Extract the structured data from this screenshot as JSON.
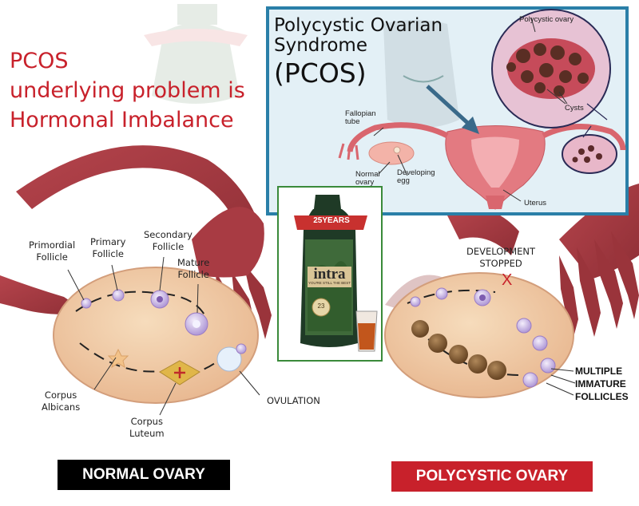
{
  "headline": {
    "line1": "PCOS",
    "line2": "underlying problem is",
    "line3": "Hormonal Imbalance"
  },
  "inset": {
    "title_line1": "Polycystic Ovarian",
    "title_line2": "Syndrome",
    "title_line3": "(PCOS)",
    "labels": {
      "polycystic_ovary": "Polycystic ovary",
      "cysts": "Cysts",
      "fallopian_tube": "Fallopian\ntube",
      "normal_ovary": "Normal\novary",
      "developing_egg": "Developing\negg",
      "uterus": "Uterus"
    }
  },
  "product": {
    "brand": "intra",
    "banner": "25YEARS",
    "tagline": "YOU'RE STILL THE BEST",
    "seal": "23",
    "colors": {
      "banner": "#c8312f",
      "bottle": "#1f3a26",
      "juice": "#c2561c",
      "frame": "#3a8a3a"
    }
  },
  "normal_ovary": {
    "labels": {
      "primordial": "Primordial\nFollicle",
      "primary": "Primary\nFollicle",
      "secondary": "Secondary\nFollicle",
      "mature": "Mature\nFollicle",
      "corpus_albicans": "Corpus\nAlbicans",
      "corpus_luteum": "Corpus\nLuteum",
      "ovulation": "OVULATION"
    },
    "badge": "NORMAL OVARY",
    "badge_color": "#000000"
  },
  "polycystic_ovary": {
    "labels": {
      "development_stopped": "DEVELOPMENT\nSTOPPED",
      "x_mark": "X",
      "multiple_immature": "MULTIPLE\nIMMATURE\nFOLLICLES"
    },
    "badge": "POLYCYSTIC OVARY",
    "badge_color": "#c8212b"
  },
  "colors": {
    "tissue": "#a33a42",
    "ovary_fill": "#f2d2ad",
    "follicle": "#cdb7e6",
    "cyst": "#8a5c33",
    "inset_frame": "#2a7fa8",
    "inset_bg": "#cfe4ee"
  }
}
